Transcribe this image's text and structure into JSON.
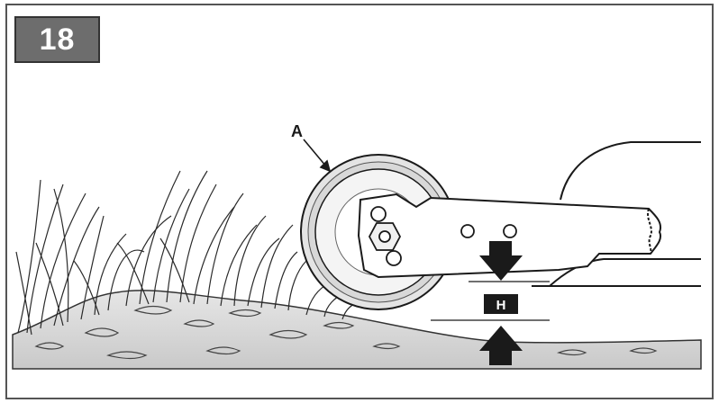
{
  "step_number": "18",
  "labels": {
    "wheel": "A",
    "height": "H"
  },
  "colors": {
    "badge_bg": "#6d6d6d",
    "stroke": "#1a1a1a",
    "ground_fill": "#d9d9d9",
    "arrow": "#1a1a1a"
  }
}
